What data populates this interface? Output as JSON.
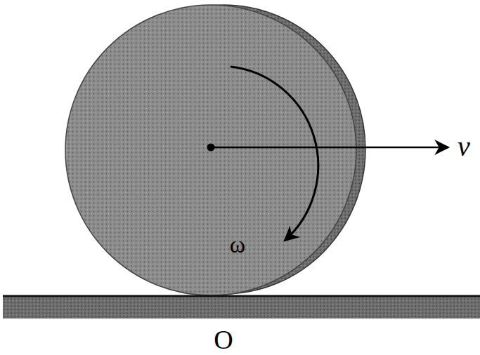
{
  "diagram": {
    "labels": [
      "v",
      "ω",
      "O"
    ]
  }
}
